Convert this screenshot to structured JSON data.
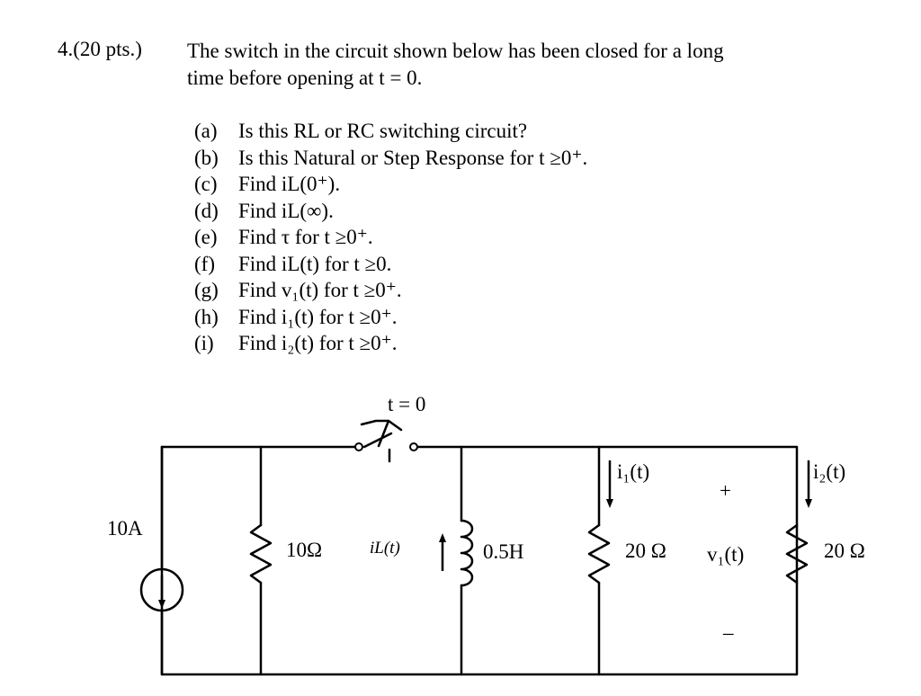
{
  "problem": {
    "number": "4.(20 pts.)",
    "statement_line1": "The switch in the circuit shown below has been closed for a long",
    "statement_line2": "time before opening at t = 0."
  },
  "parts": [
    {
      "label": "(a)",
      "text": "Is this RL or RC switching circuit?"
    },
    {
      "label": "(b)",
      "text": "Is this Natural or Step Response for t ≥0⁺."
    },
    {
      "label": "(c)",
      "text": "Find iL(0⁺)."
    },
    {
      "label": "(d)",
      "text": "Find iL(∞)."
    },
    {
      "label": "(e)",
      "text": "Find τ for t ≥0⁺."
    },
    {
      "label": "(f)",
      "text": "Find iL(t) for t ≥0."
    },
    {
      "label": "(g)",
      "text": "Find v₁(t) for t ≥0⁺."
    },
    {
      "label": "(h)",
      "text": "Find i₁(t) for t ≥0⁺."
    },
    {
      "label": "(i)",
      "text": "Find i₂(t) for t ≥0⁺."
    }
  ],
  "circuit": {
    "switch_label": "t = 0",
    "source_label": "10A",
    "r1_label": "10Ω",
    "il_label": "iL(t)",
    "inductor_label": "0.5H",
    "i1_label": "i₁(t)",
    "r2_label": "20 Ω",
    "plus_label": "+",
    "v1_label": "v₁(t)",
    "minus_label": "–",
    "i2_label": "i₂(t)",
    "r3_label": "20 Ω"
  }
}
